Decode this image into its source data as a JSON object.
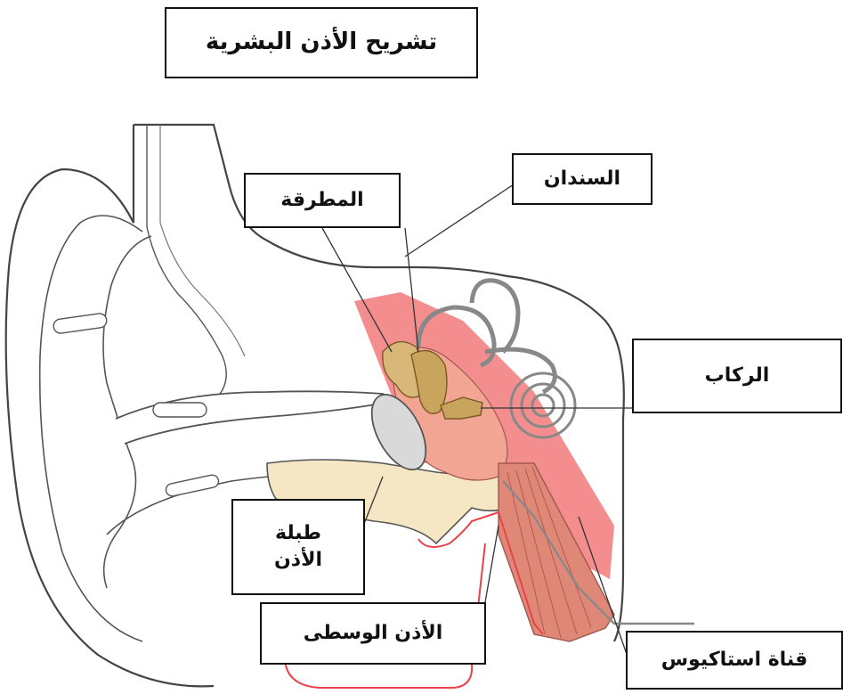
{
  "title": "تشريح الأذن البشرية",
  "labels": {
    "incus": "السندان",
    "malleus": "المطرقة",
    "stapes": "الركاب",
    "eardrum_line1": "طبلة",
    "eardrum_line2": "الأذن",
    "middle_ear": "الأذن الوسطى",
    "eustachian_tube": "قناة استاكيوس"
  },
  "colors": {
    "outline": "#444444",
    "skin": "#ffffff",
    "bone": "#f5e6c4",
    "ossicle": "#c9a45c",
    "middle_ear_region": "#f27a7a",
    "middle_ear_tissue": "#f2a593",
    "tube_muscle": "#e08878",
    "highlight_red": "#e8434a"
  }
}
